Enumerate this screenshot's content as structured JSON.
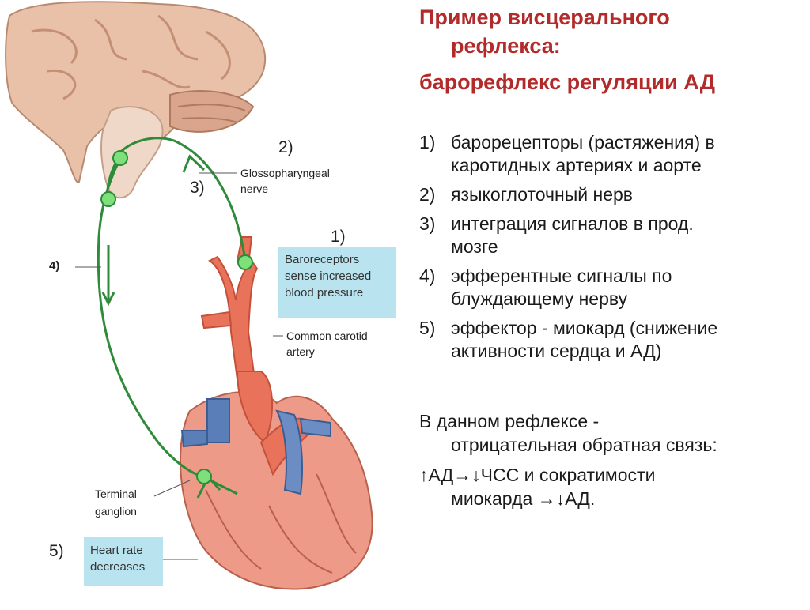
{
  "diagram": {
    "glosso_label_1": "Glossopharyngeal",
    "glosso_label_2": "nerve",
    "carotid_label_1": "Common carotid",
    "carotid_label_2": "artery",
    "terminal_label_1": "Terminal",
    "terminal_label_2": "ganglion",
    "baroreceptor_box": [
      "Baroreceptors",
      "sense increased",
      "blood pressure"
    ],
    "heart_rate_box": [
      "Heart rate",
      "decreases"
    ],
    "step_numbers": [
      "1)",
      "2)",
      "3)",
      "4)",
      "5)"
    ],
    "colors": {
      "nerve": "#2e8b3a",
      "node": "#7ee07a",
      "artery": "#e8735a",
      "vein": "#5a7fb8",
      "callout": "#b9e3ef"
    }
  },
  "slide": {
    "title_line1": "Пример висцерального",
    "title_line2": "рефлекса:",
    "subtitle": "барорефлекс регуляции АД",
    "items": [
      {
        "num": "1)",
        "line1": "барорецепторы (растяжения) в",
        "line2": "каротидных артериях и аорте"
      },
      {
        "num": "2)",
        "line1": "языкоглоточный нерв",
        "line2": ""
      },
      {
        "num": "3)",
        "line1": "интеграция сигналов в прод.",
        "line2": "мозге"
      },
      {
        "num": "4)",
        "line1": "эфферентные сигналы по",
        "line2": "блуждающему нерву"
      },
      {
        "num": "5)",
        "line1": "эффектор - миокард (снижение",
        "line2": "активности сердца и АД)"
      }
    ],
    "feedback_line1": "В данном рефлексе -",
    "feedback_line2": "отрицательная обратная связь:",
    "effect_line1": "↑АД→↓ЧСС и сократимости",
    "effect_line2": "миокарда →↓АД."
  }
}
